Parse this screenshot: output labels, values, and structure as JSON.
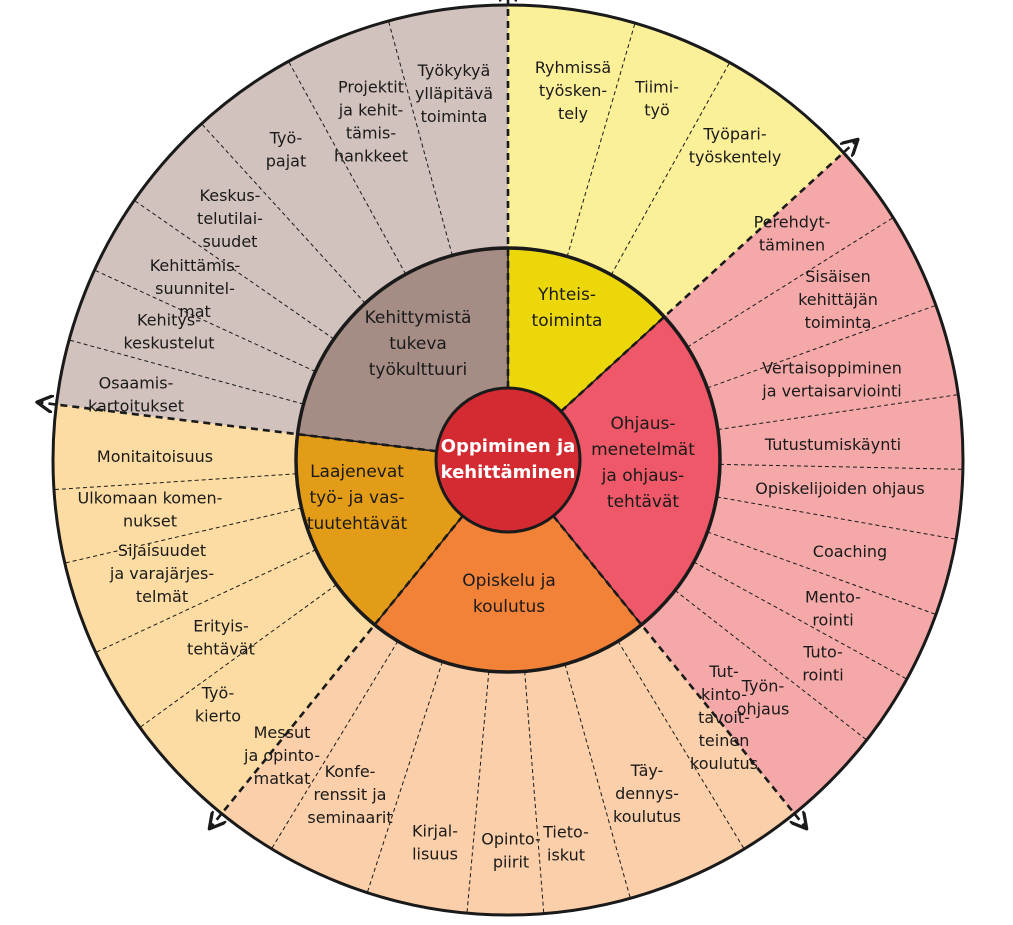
{
  "colors": {
    "outline": "#1a1a1a",
    "center": "#d42b33",
    "culture_inner": "#a58d86",
    "culture_outer": "#d2c2bd",
    "interaction_inner": "#ecd80a",
    "interaction_outer": "#fbef98",
    "guidance_inner": "#ee5868",
    "guidance_outer": "#f5a8a8",
    "study_inner": "#f28238",
    "study_outer": "#fbcfa9",
    "duties_inner": "#e29c17",
    "duties_outer": "#fcdca2"
  },
  "center": {
    "lines": [
      "Oppiminen ja",
      "kehittäminen"
    ]
  },
  "inner": [
    {
      "key": "culture",
      "lines": [
        "Kehittymistä",
        "tukeva",
        "työkulttuuri"
      ]
    },
    {
      "key": "interaction",
      "lines": [
        "Yhteis-",
        "toiminta"
      ]
    },
    {
      "key": "guidance",
      "lines": [
        "Ohjaus-",
        "menetelmät",
        "ja ohjaus-",
        "tehtävät"
      ]
    },
    {
      "key": "study",
      "lines": [
        "Opiskelu ja",
        "koulutus"
      ]
    },
    {
      "key": "duties",
      "lines": [
        "Laajenevat",
        "työ- ja vas-",
        "tuutehtävät"
      ]
    }
  ],
  "outer": [
    {
      "lines": [
        "Ryhmissä",
        "työsken-",
        "tely"
      ]
    },
    {
      "lines": [
        "Tiimi-",
        "työ"
      ]
    },
    {
      "lines": [
        "Työpari-",
        "työskentely"
      ]
    },
    {
      "lines": [
        "Perehdyt-",
        "täminen"
      ]
    },
    {
      "lines": [
        "Sisäisen",
        "kehittäjän",
        "toiminta"
      ]
    },
    {
      "lines": [
        "Vertaisoppiminen",
        "ja vertaisarviointi"
      ]
    },
    {
      "lines": [
        "Tutustumiskäynti"
      ]
    },
    {
      "lines": [
        "Opiskelijoiden ohjaus"
      ]
    },
    {
      "lines": [
        "Coaching"
      ]
    },
    {
      "lines": [
        "Mento-",
        "rointi"
      ]
    },
    {
      "lines": [
        "Tuto-",
        "rointi"
      ]
    },
    {
      "lines": [
        "Työn-",
        "ohjaus"
      ]
    },
    {
      "lines": [
        "Tut-",
        "kinto-",
        "tavoit-",
        "teinen",
        "koulutus"
      ]
    },
    {
      "lines": [
        "Täy-",
        "dennys-",
        "koulutus"
      ]
    },
    {
      "lines": [
        "Tieto-",
        "iskut"
      ]
    },
    {
      "lines": [
        "Opinto-",
        "piirit"
      ]
    },
    {
      "lines": [
        "Kirjal-",
        "lisuus"
      ]
    },
    {
      "lines": [
        "Konfe-",
        "renssit ja",
        "seminaarit"
      ]
    },
    {
      "lines": [
        "Messut",
        "ja opinto-",
        "matkat"
      ]
    },
    {
      "lines": [
        "Työ-",
        "kierto"
      ]
    },
    {
      "lines": [
        "Erityis-",
        "tehtävät"
      ]
    },
    {
      "lines": [
        "Sijaisuudet",
        "ja varajärjes-",
        "telmät"
      ]
    },
    {
      "lines": [
        "Ulkomaan komen-",
        "nukset"
      ]
    },
    {
      "lines": [
        "Monitaitoisuus"
      ]
    },
    {
      "lines": [
        "Osaamis-",
        "kartoitukset"
      ]
    },
    {
      "lines": [
        "Kehitys-",
        "keskustelut"
      ]
    },
    {
      "lines": [
        "Kehittämis-",
        "suunnitel-",
        "mat"
      ]
    },
    {
      "lines": [
        "Keskus-",
        "telutilai-",
        "suudet"
      ]
    },
    {
      "lines": [
        "Työ-",
        "pajat"
      ]
    },
    {
      "lines": [
        "Projektit",
        "ja kehit-",
        "tämis-",
        "hankkeet"
      ]
    },
    {
      "lines": [
        "Työkykyä",
        "ylläpitävä",
        "toiminta"
      ]
    }
  ]
}
